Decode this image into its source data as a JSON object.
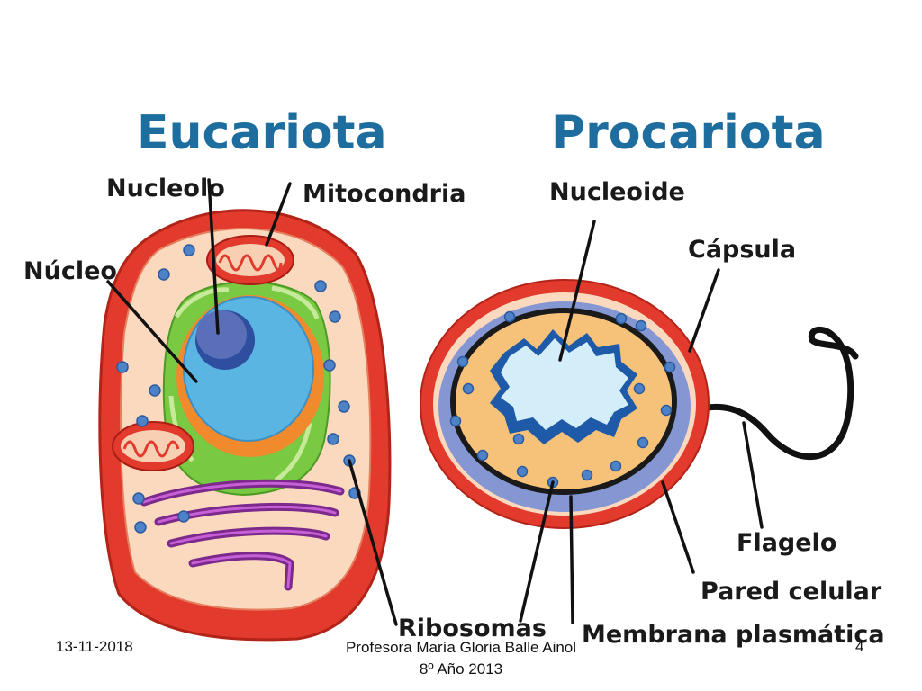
{
  "eukaryote": {
    "title": "Eucariota",
    "labels": {
      "nucleolus": "Nucleolo",
      "mitochondria": "Mitocondria",
      "nucleus": "Núcleo",
      "ribosomes": "Ribosomas"
    }
  },
  "prokaryote": {
    "title": "Procariota",
    "labels": {
      "nucleoid": "Nucleoide",
      "capsule": "Cápsula",
      "flagellum": "Flagelo",
      "cell_wall": "Pared celular",
      "plasma_membrane": "Membrana plasmática"
    }
  },
  "footer": {
    "date": "13-11-2018",
    "author": "Profesora María Gloria Balle Ainol",
    "grade": "8º Año   2013",
    "page": "4"
  },
  "colors": {
    "title": "#1d6e9e",
    "cell_membrane": "#e23a2c",
    "cytoplasm": "#fbd9bf",
    "nucleus": "#5ab5e3",
    "nucleolus": "#5b6fb8",
    "er": "#7ac943",
    "golgi": "#7b2a8c",
    "ribosome": "#4d82c8",
    "prokaryote_cytoplasm": "#f6c27a",
    "wall": "#8597d3"
  }
}
